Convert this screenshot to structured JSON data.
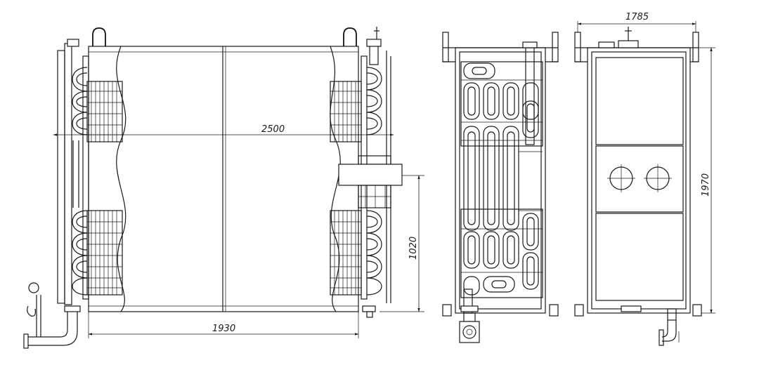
{
  "dimensions": {
    "length": "2500",
    "width_bottom": "1930",
    "height_right": "1020",
    "side_width": "1785",
    "side_height": "1970"
  }
}
